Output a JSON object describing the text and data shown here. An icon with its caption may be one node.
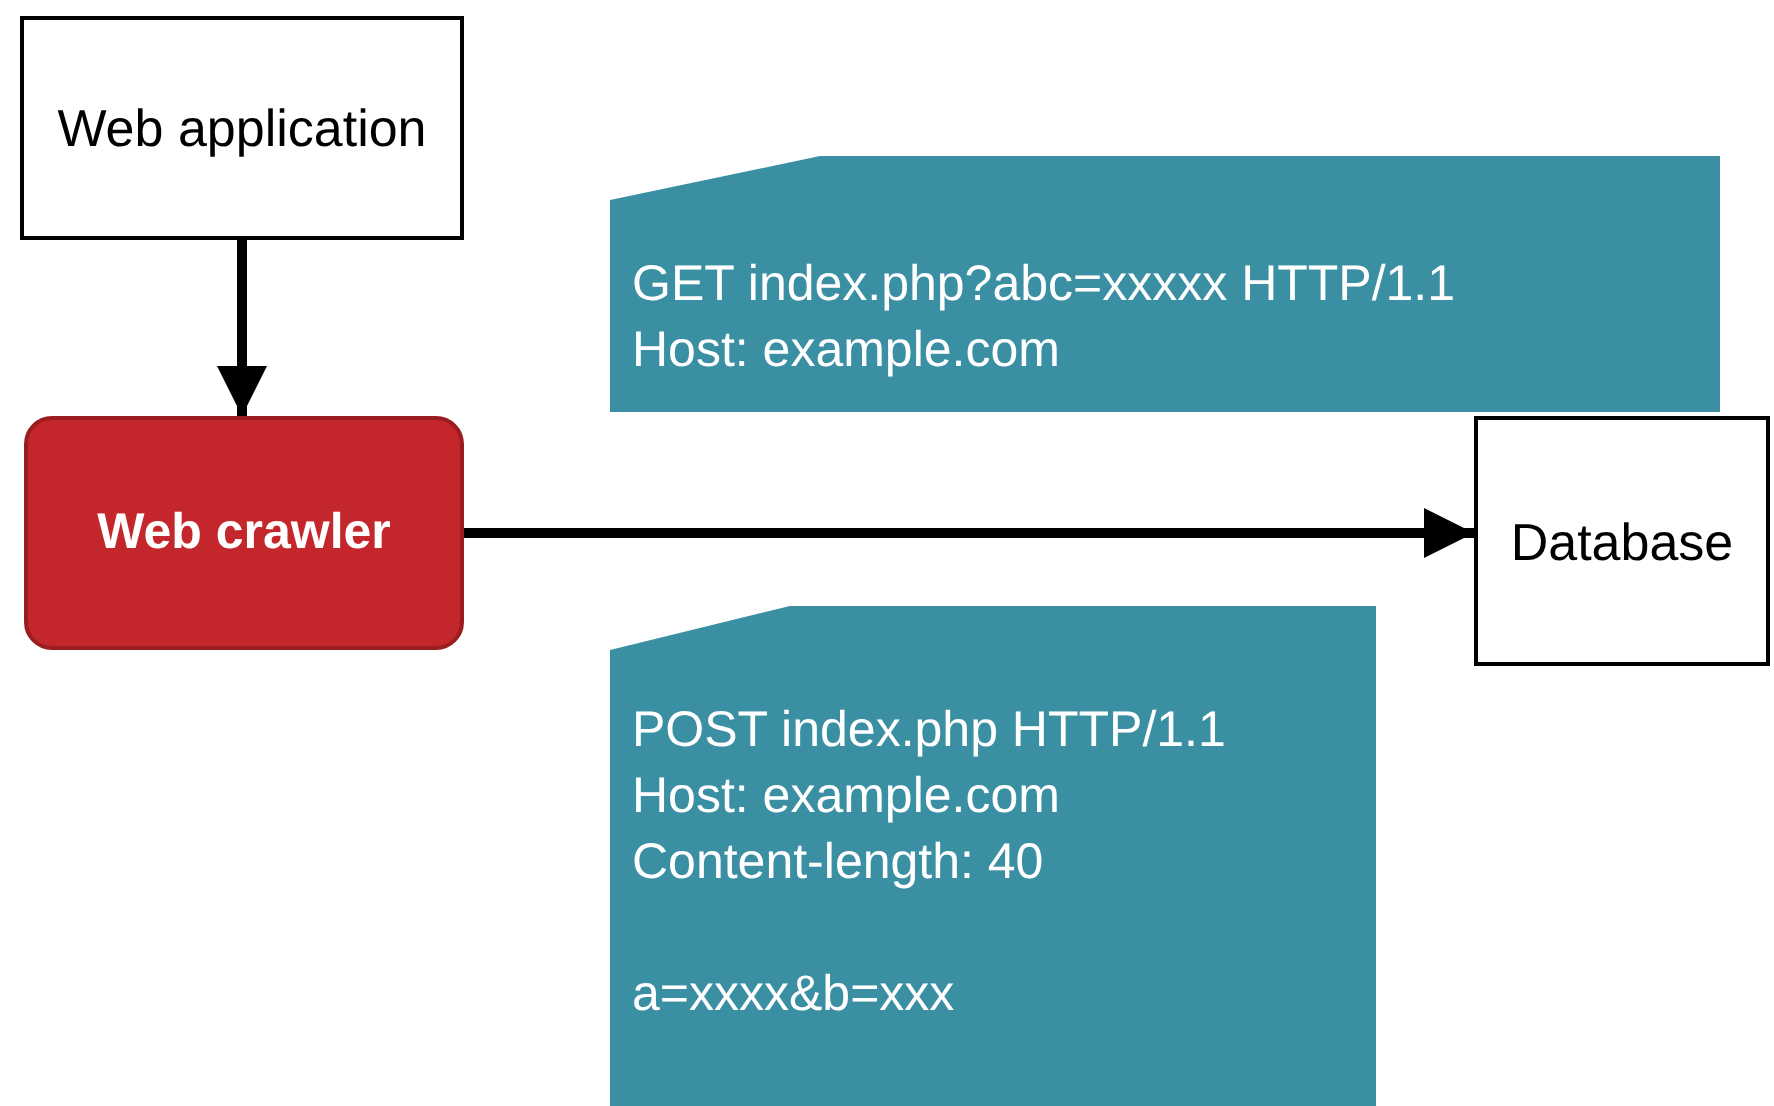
{
  "diagram": {
    "nodes": [
      {
        "text": [
          "Web application"
        ]
      },
      {
        "text": [
          "Web crawler"
        ]
      },
      {
        "text": [
          "Database"
        ]
      },
      {
        "text": [
          "GET index.php?abc=xxxxx HTTP/1.1",
          "Host: example.com"
        ]
      },
      {
        "text": [
          "POST index.php HTTP/1.1",
          "Host: example.com",
          "Content-length: 40",
          "a=xxxx&b=xxx"
        ]
      }
    ],
    "edges": [
      {
        "from": 0,
        "to": 1,
        "arrow": "to"
      },
      {
        "from": 1,
        "to": 2,
        "arrow": "to"
      }
    ]
  }
}
